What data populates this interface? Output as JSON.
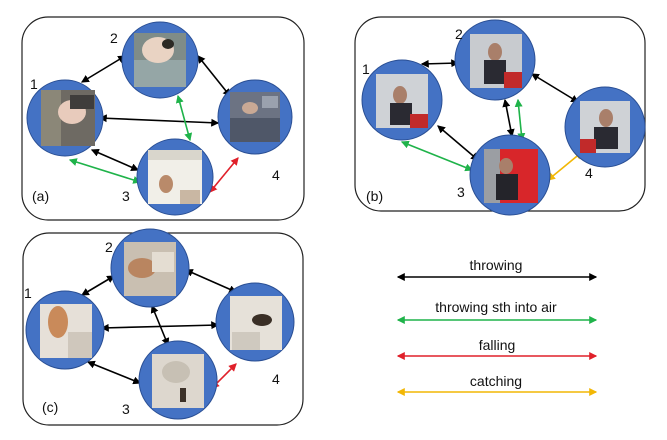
{
  "colors": {
    "node_fill": "#4472c4",
    "throwing": "#000000",
    "throwing_sth_into_air": "#1fb34a",
    "falling": "#e0202a",
    "catching": "#f2b705"
  },
  "panels": [
    {
      "label": "(a)",
      "scene": "hand-over-tiled-floor",
      "nodes": [
        {
          "number": "1"
        },
        {
          "number": "2"
        },
        {
          "number": "3"
        },
        {
          "number": "4"
        }
      ],
      "edges": [
        {
          "from": "1",
          "to": "2",
          "relation": "throwing"
        },
        {
          "from": "2",
          "to": "4",
          "relation": "throwing"
        },
        {
          "from": "1",
          "to": "4",
          "relation": "throwing"
        },
        {
          "from": "1",
          "to": "3",
          "relation": "throwing"
        },
        {
          "from": "2",
          "to": "3",
          "relation": "throwing sth into air"
        },
        {
          "from": "1",
          "to": "3",
          "relation": "throwing sth into air"
        },
        {
          "from": "3",
          "to": "4",
          "relation": "falling"
        }
      ]
    },
    {
      "label": "(b)",
      "scene": "seated-person-red-cushion",
      "nodes": [
        {
          "number": "1"
        },
        {
          "number": "2"
        },
        {
          "number": "3"
        },
        {
          "number": "4"
        }
      ],
      "edges": [
        {
          "from": "1",
          "to": "2",
          "relation": "throwing"
        },
        {
          "from": "2",
          "to": "4",
          "relation": "throwing"
        },
        {
          "from": "2",
          "to": "3",
          "relation": "throwing"
        },
        {
          "from": "1",
          "to": "3",
          "relation": "throwing"
        },
        {
          "from": "2",
          "to": "3",
          "relation": "throwing sth into air"
        },
        {
          "from": "1",
          "to": "3",
          "relation": "throwing sth into air"
        },
        {
          "from": "3",
          "to": "4",
          "relation": "catching"
        }
      ]
    },
    {
      "label": "(c)",
      "scene": "hand-over-white-bedding",
      "nodes": [
        {
          "number": "1"
        },
        {
          "number": "2"
        },
        {
          "number": "3"
        },
        {
          "number": "4"
        }
      ],
      "edges": [
        {
          "from": "1",
          "to": "2",
          "relation": "throwing"
        },
        {
          "from": "2",
          "to": "4",
          "relation": "throwing"
        },
        {
          "from": "1",
          "to": "4",
          "relation": "throwing"
        },
        {
          "from": "2",
          "to": "3",
          "relation": "throwing"
        },
        {
          "from": "1",
          "to": "3",
          "relation": "throwing"
        },
        {
          "from": "3",
          "to": "4",
          "relation": "falling"
        }
      ]
    }
  ],
  "legend": [
    {
      "label": "throwing",
      "color": "#000000"
    },
    {
      "label": "throwing sth into air",
      "color": "#1fb34a"
    },
    {
      "label": "falling",
      "color": "#e0202a"
    },
    {
      "label": "catching",
      "color": "#f2b705"
    }
  ]
}
